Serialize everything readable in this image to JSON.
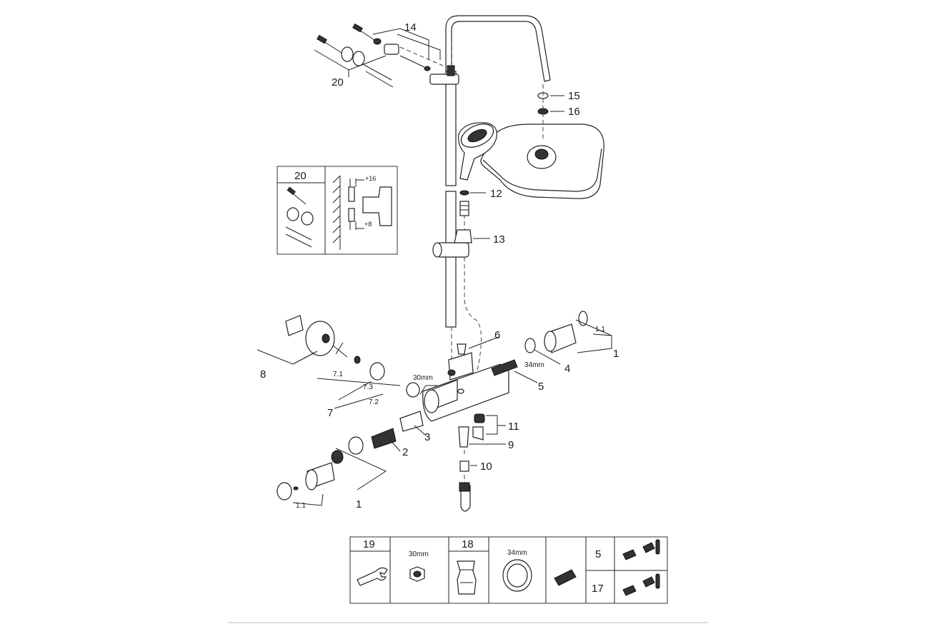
{
  "callouts": {
    "c14": "14",
    "c20": "20",
    "c15": "15",
    "c16": "16",
    "c12": "12",
    "c13": "13",
    "c6": "6",
    "c1_right": "1",
    "c1_1_right": "1.1",
    "c4": "4",
    "c34mm": "34mm",
    "c5": "5",
    "c8": "8",
    "c7_1": "7.1",
    "c7_3": "7.3",
    "c7_2": "7.2",
    "c7": "7",
    "c30mm": "30mm",
    "c3": "3",
    "c2": "2",
    "c11": "11",
    "c9": "9",
    "c10": "10",
    "c1_left": "1",
    "c1_1_left": "1.1"
  },
  "inset": {
    "label": "20",
    "dim_top": "+16",
    "dim_bottom": "+8"
  },
  "tools_table": {
    "cell1_label": "19",
    "cell2_label": "30mm",
    "cell3_label": "18",
    "cell4_label": "34mm",
    "row_top_label": "5",
    "row_bottom_label": "17"
  }
}
